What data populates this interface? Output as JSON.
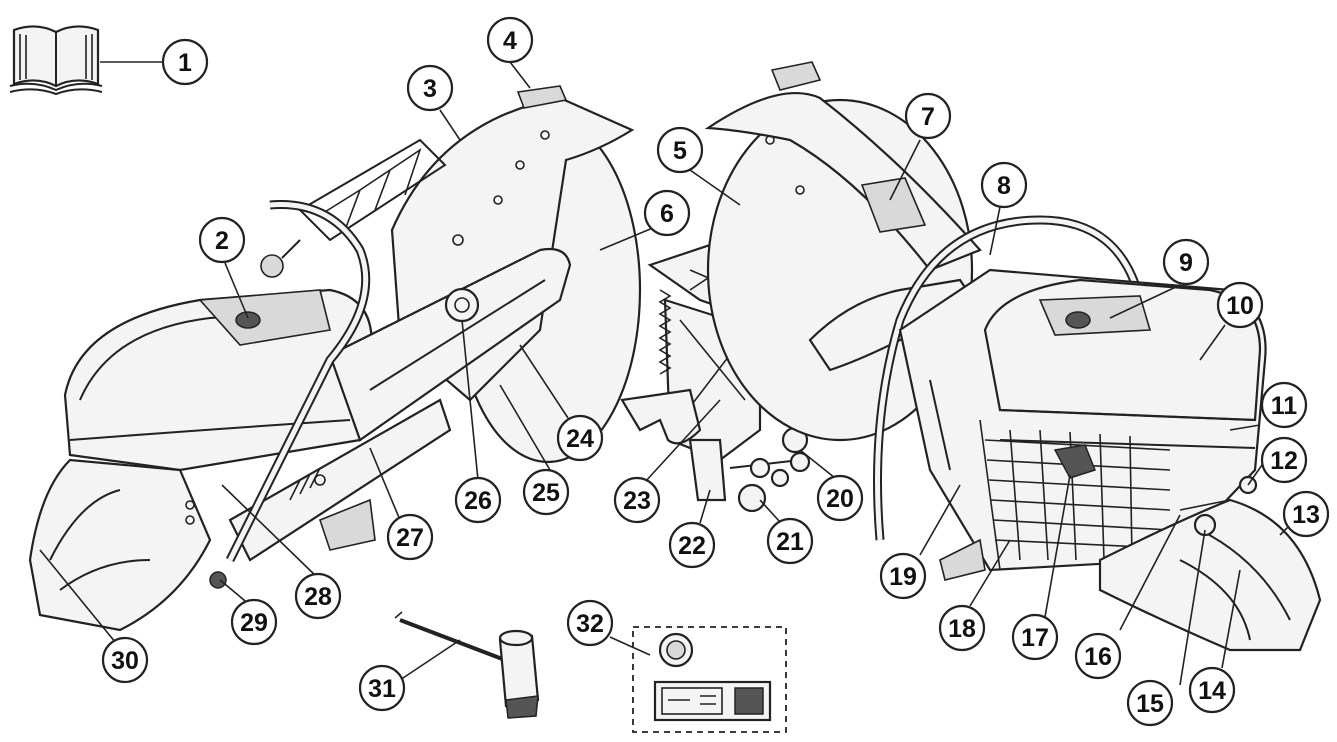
{
  "figure": {
    "callouts": [
      {
        "n": "1"
      },
      {
        "n": "2"
      },
      {
        "n": "3"
      },
      {
        "n": "4"
      },
      {
        "n": "5"
      },
      {
        "n": "6"
      },
      {
        "n": "7"
      },
      {
        "n": "8"
      },
      {
        "n": "9"
      },
      {
        "n": "10"
      },
      {
        "n": "11"
      },
      {
        "n": "12"
      },
      {
        "n": "13"
      },
      {
        "n": "14"
      },
      {
        "n": "15"
      },
      {
        "n": "16"
      },
      {
        "n": "17"
      },
      {
        "n": "18"
      },
      {
        "n": "19"
      },
      {
        "n": "20"
      },
      {
        "n": "21"
      },
      {
        "n": "22"
      },
      {
        "n": "23"
      },
      {
        "n": "24"
      },
      {
        "n": "25"
      },
      {
        "n": "26"
      },
      {
        "n": "27"
      },
      {
        "n": "28"
      },
      {
        "n": "29"
      },
      {
        "n": "30"
      },
      {
        "n": "31"
      },
      {
        "n": "32"
      }
    ]
  },
  "icons": {
    "manual": "open-book-icon",
    "left_machine": "power-cutter-left-view",
    "right_machine": "power-cutter-right-view",
    "cart_frame": "cutting-arm-bracket",
    "wrench": "combination-wrench",
    "kit_box": "accessory-kit-dashed-box"
  },
  "colors": {
    "line": "#222222",
    "fill": "#f4f4f4",
    "shade": "#d9d9d9",
    "background": "#ffffff"
  }
}
